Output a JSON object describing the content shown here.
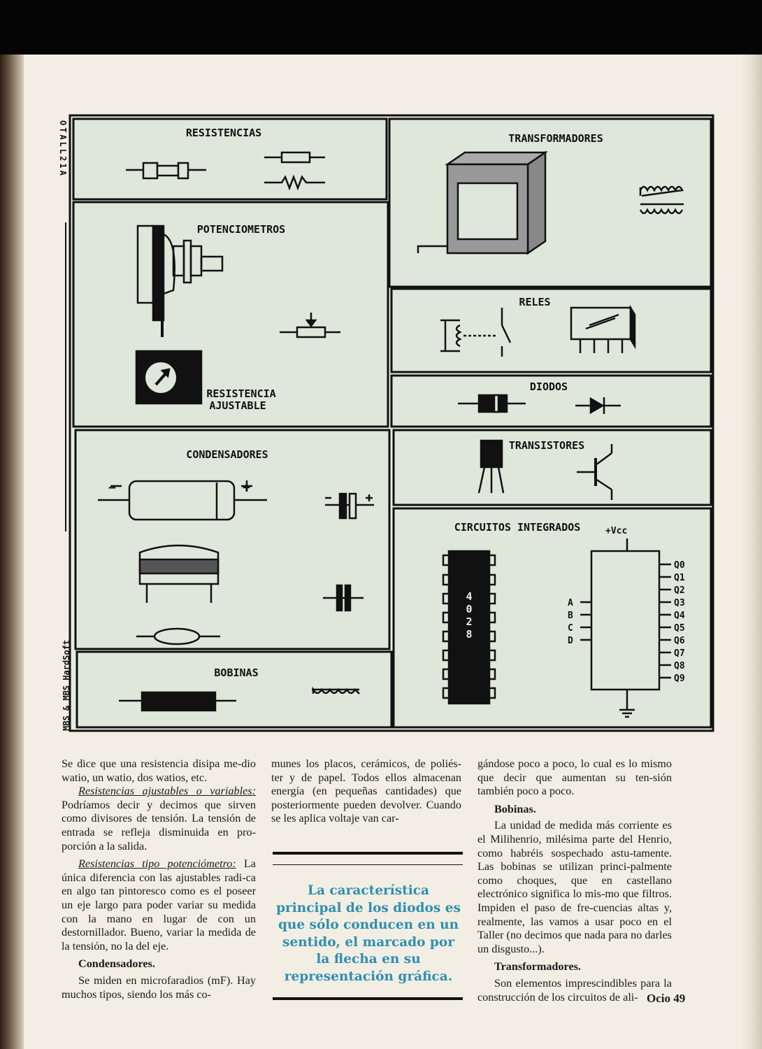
{
  "figure": {
    "side_label_top": "OTALL21A",
    "side_label_bottom": "MBS & MBS HardSoft",
    "panels": {
      "resistencias": "RESISTENCIAS",
      "potenciometros": "POTENCIOMETROS",
      "resistencia_ajustable_1": "RESISTENCIA",
      "resistencia_ajustable_2": "AJUSTABLE",
      "condensadores": "CONDENSADORES",
      "bobinas": "BOBINAS",
      "transformadores": "TRANSFORMADORES",
      "reles": "RELES",
      "diodos": "DIODOS",
      "transistores": "TRANSISTORES",
      "circuitos": "CIRCUITOS INTEGRADOS"
    },
    "cap_minus": "−",
    "cap_plus": "+",
    "ic": {
      "chip_number": [
        "4",
        "0",
        "2",
        "8"
      ],
      "vcc": "+Vcc",
      "inputs": [
        "A",
        "B",
        "C",
        "D"
      ],
      "outputs": [
        "Q0",
        "Q1",
        "Q2",
        "Q3",
        "Q4",
        "Q5",
        "Q6",
        "Q7",
        "Q8",
        "Q9"
      ]
    }
  },
  "article": {
    "col1": {
      "p1": "Se dice que una resistencia disipa me-dio watio, un watio, dos watios, etc.",
      "sub1": "Resistencias ajustables o variables:",
      "p2": "Podríamos decir y decimos que sirven como divisores de tensión. La tensión de entrada se refleja disminuida en pro-porción a la salida.",
      "sub2": "Resistencias tipo potenciómetro:",
      "p3": "La única diferencia con las ajustables radi-ca en algo tan pintoresco como es el poseer un eje largo para poder variar su medida con la mano en lugar de con un destornillador. Bueno, variar la medida de la tensión, no la del eje.",
      "h1": "Condensadores.",
      "p4": "Se miden en microfaradios (mF). Hay muchos tipos, siendo los más co-"
    },
    "col2": {
      "p1": "munes los placos, cerámicos, de poliés-ter y de papel. Todos ellos almacenan energía (en pequeñas cantidades) que posteriormente pueden devolver. Cuando se les aplica voltaje van car-"
    },
    "pullquote": "La característica principal de los diodos es que sólo conducen en un sentido, el marcado por la flecha en su representación gráfica.",
    "col3": {
      "p1": "gándose poco a poco, lo cual es lo mismo que decir que aumentan su ten-sión también poco a poco.",
      "h1": "Bobinas.",
      "p2": "La unidad de medida más corriente es el Milihenrio, milésima parte del Henrio, como habréis sospechado astu-tamente. Las bobinas se utilizan princi-palmente como choques, que en castellano electrónico significa lo mis-mo que filtros. Impiden el paso de fre-cuencias altas y, realmente, las vamos a usar poco en el Taller (no decimos que nada para no darles un disgusto...).",
      "h2": "Transformadores.",
      "p3": "Son elementos imprescindibles para la construcción de los circuitos de ali-"
    },
    "folio": "Ocio 49"
  },
  "colors": {
    "panel": "#dfe7da",
    "quote": "#2f8fb0",
    "ink": "#111111"
  }
}
